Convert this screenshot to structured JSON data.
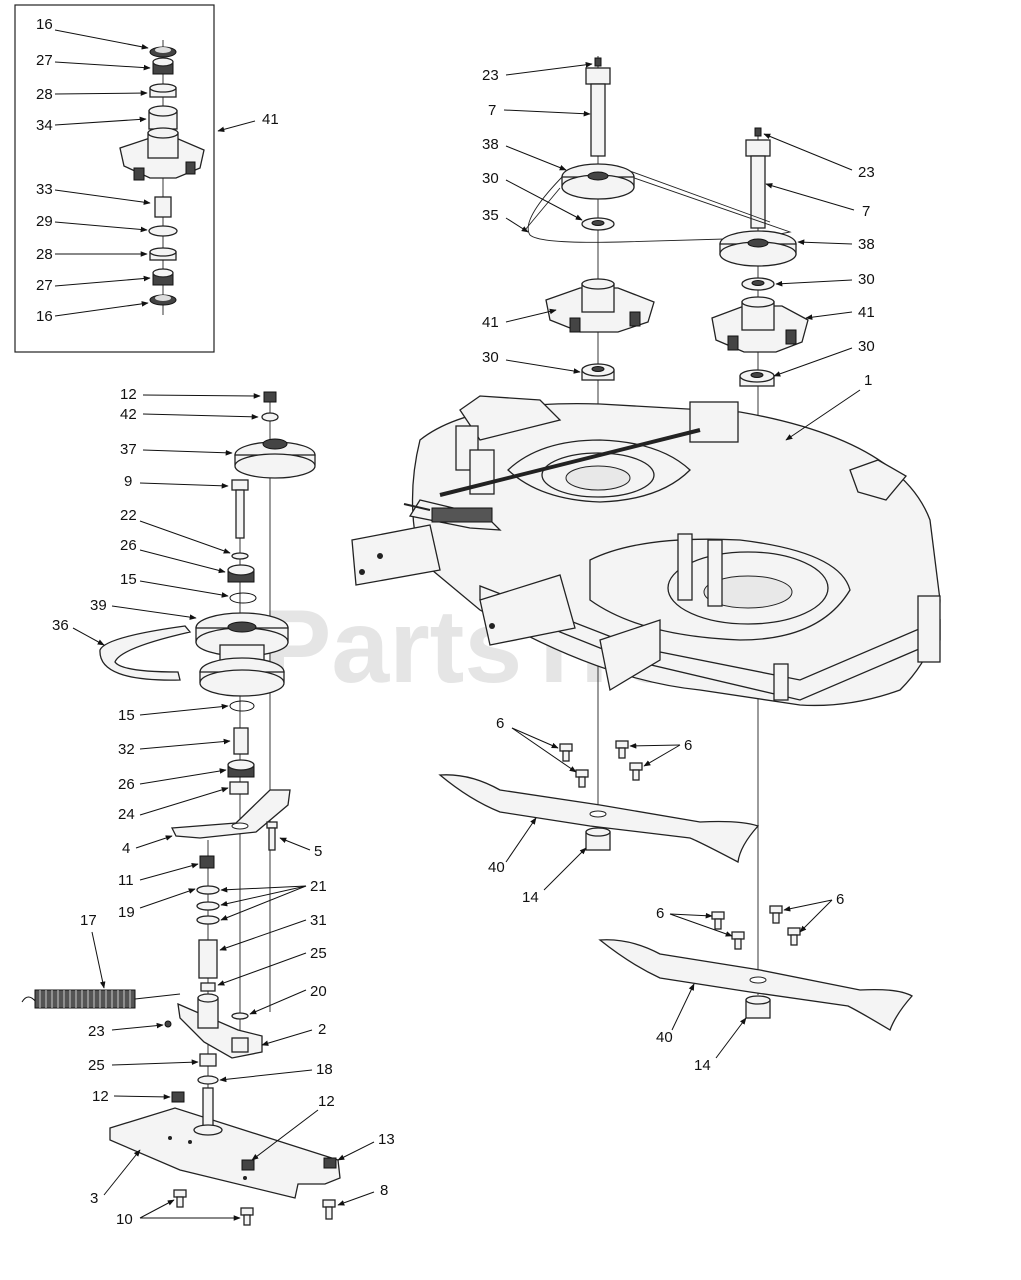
{
  "watermark": "PartsTree",
  "inset_box": {
    "callouts": [
      {
        "id": "inset-16-top",
        "text": "16"
      },
      {
        "id": "inset-27-top",
        "text": "27"
      },
      {
        "id": "inset-28-top",
        "text": "28"
      },
      {
        "id": "inset-34",
        "text": "34"
      },
      {
        "id": "inset-41",
        "text": "41"
      },
      {
        "id": "inset-33",
        "text": "33"
      },
      {
        "id": "inset-29",
        "text": "29"
      },
      {
        "id": "inset-28-bottom",
        "text": "28"
      },
      {
        "id": "inset-27-bottom",
        "text": "27"
      },
      {
        "id": "inset-16-bottom",
        "text": "16"
      }
    ]
  },
  "idler_stack": {
    "callouts": [
      {
        "id": "idler-12-top",
        "text": "12"
      },
      {
        "id": "idler-42",
        "text": "42"
      },
      {
        "id": "idler-37",
        "text": "37"
      },
      {
        "id": "idler-9",
        "text": "9"
      },
      {
        "id": "idler-22",
        "text": "22"
      },
      {
        "id": "idler-26-top",
        "text": "26"
      },
      {
        "id": "idler-15-top",
        "text": "15"
      },
      {
        "id": "idler-39",
        "text": "39"
      },
      {
        "id": "idler-36",
        "text": "36"
      },
      {
        "id": "idler-15-bottom",
        "text": "15"
      },
      {
        "id": "idler-32",
        "text": "32"
      },
      {
        "id": "idler-26-bottom",
        "text": "26"
      },
      {
        "id": "idler-24",
        "text": "24"
      },
      {
        "id": "idler-4",
        "text": "4"
      },
      {
        "id": "idler-5",
        "text": "5"
      },
      {
        "id": "idler-11",
        "text": "11"
      },
      {
        "id": "idler-21",
        "text": "21"
      },
      {
        "id": "idler-19",
        "text": "19"
      },
      {
        "id": "idler-31",
        "text": "31"
      },
      {
        "id": "idler-17",
        "text": "17"
      },
      {
        "id": "idler-25-top",
        "text": "25"
      },
      {
        "id": "idler-20",
        "text": "20"
      },
      {
        "id": "idler-23",
        "text": "23"
      },
      {
        "id": "idler-2",
        "text": "2"
      },
      {
        "id": "idler-25-bottom",
        "text": "25"
      },
      {
        "id": "idler-18",
        "text": "18"
      },
      {
        "id": "idler-12-mid",
        "text": "12"
      },
      {
        "id": "idler-12-plate",
        "text": "12"
      },
      {
        "id": "idler-13",
        "text": "13"
      },
      {
        "id": "idler-3",
        "text": "3"
      },
      {
        "id": "idler-8",
        "text": "8"
      },
      {
        "id": "idler-10",
        "text": "10"
      }
    ]
  },
  "deck_assembly": {
    "callouts": [
      {
        "id": "deck-23-left",
        "text": "23"
      },
      {
        "id": "deck-7-left",
        "text": "7"
      },
      {
        "id": "deck-38-left",
        "text": "38"
      },
      {
        "id": "deck-30-upper-left",
        "text": "30"
      },
      {
        "id": "deck-35",
        "text": "35"
      },
      {
        "id": "deck-23-right",
        "text": "23"
      },
      {
        "id": "deck-7-right",
        "text": "7"
      },
      {
        "id": "deck-38-right",
        "text": "38"
      },
      {
        "id": "deck-30-upper-right",
        "text": "30"
      },
      {
        "id": "deck-41-left",
        "text": "41"
      },
      {
        "id": "deck-41-right",
        "text": "41"
      },
      {
        "id": "deck-30-lower-left",
        "text": "30"
      },
      {
        "id": "deck-30-lower-right",
        "text": "30"
      },
      {
        "id": "deck-1",
        "text": "1"
      },
      {
        "id": "deck-6-a",
        "text": "6"
      },
      {
        "id": "deck-6-b",
        "text": "6"
      },
      {
        "id": "deck-40-left",
        "text": "40"
      },
      {
        "id": "deck-14-left",
        "text": "14"
      },
      {
        "id": "deck-6-c",
        "text": "6"
      },
      {
        "id": "deck-6-d",
        "text": "6"
      },
      {
        "id": "deck-40-right",
        "text": "40"
      },
      {
        "id": "deck-14-right",
        "text": "14"
      }
    ]
  }
}
